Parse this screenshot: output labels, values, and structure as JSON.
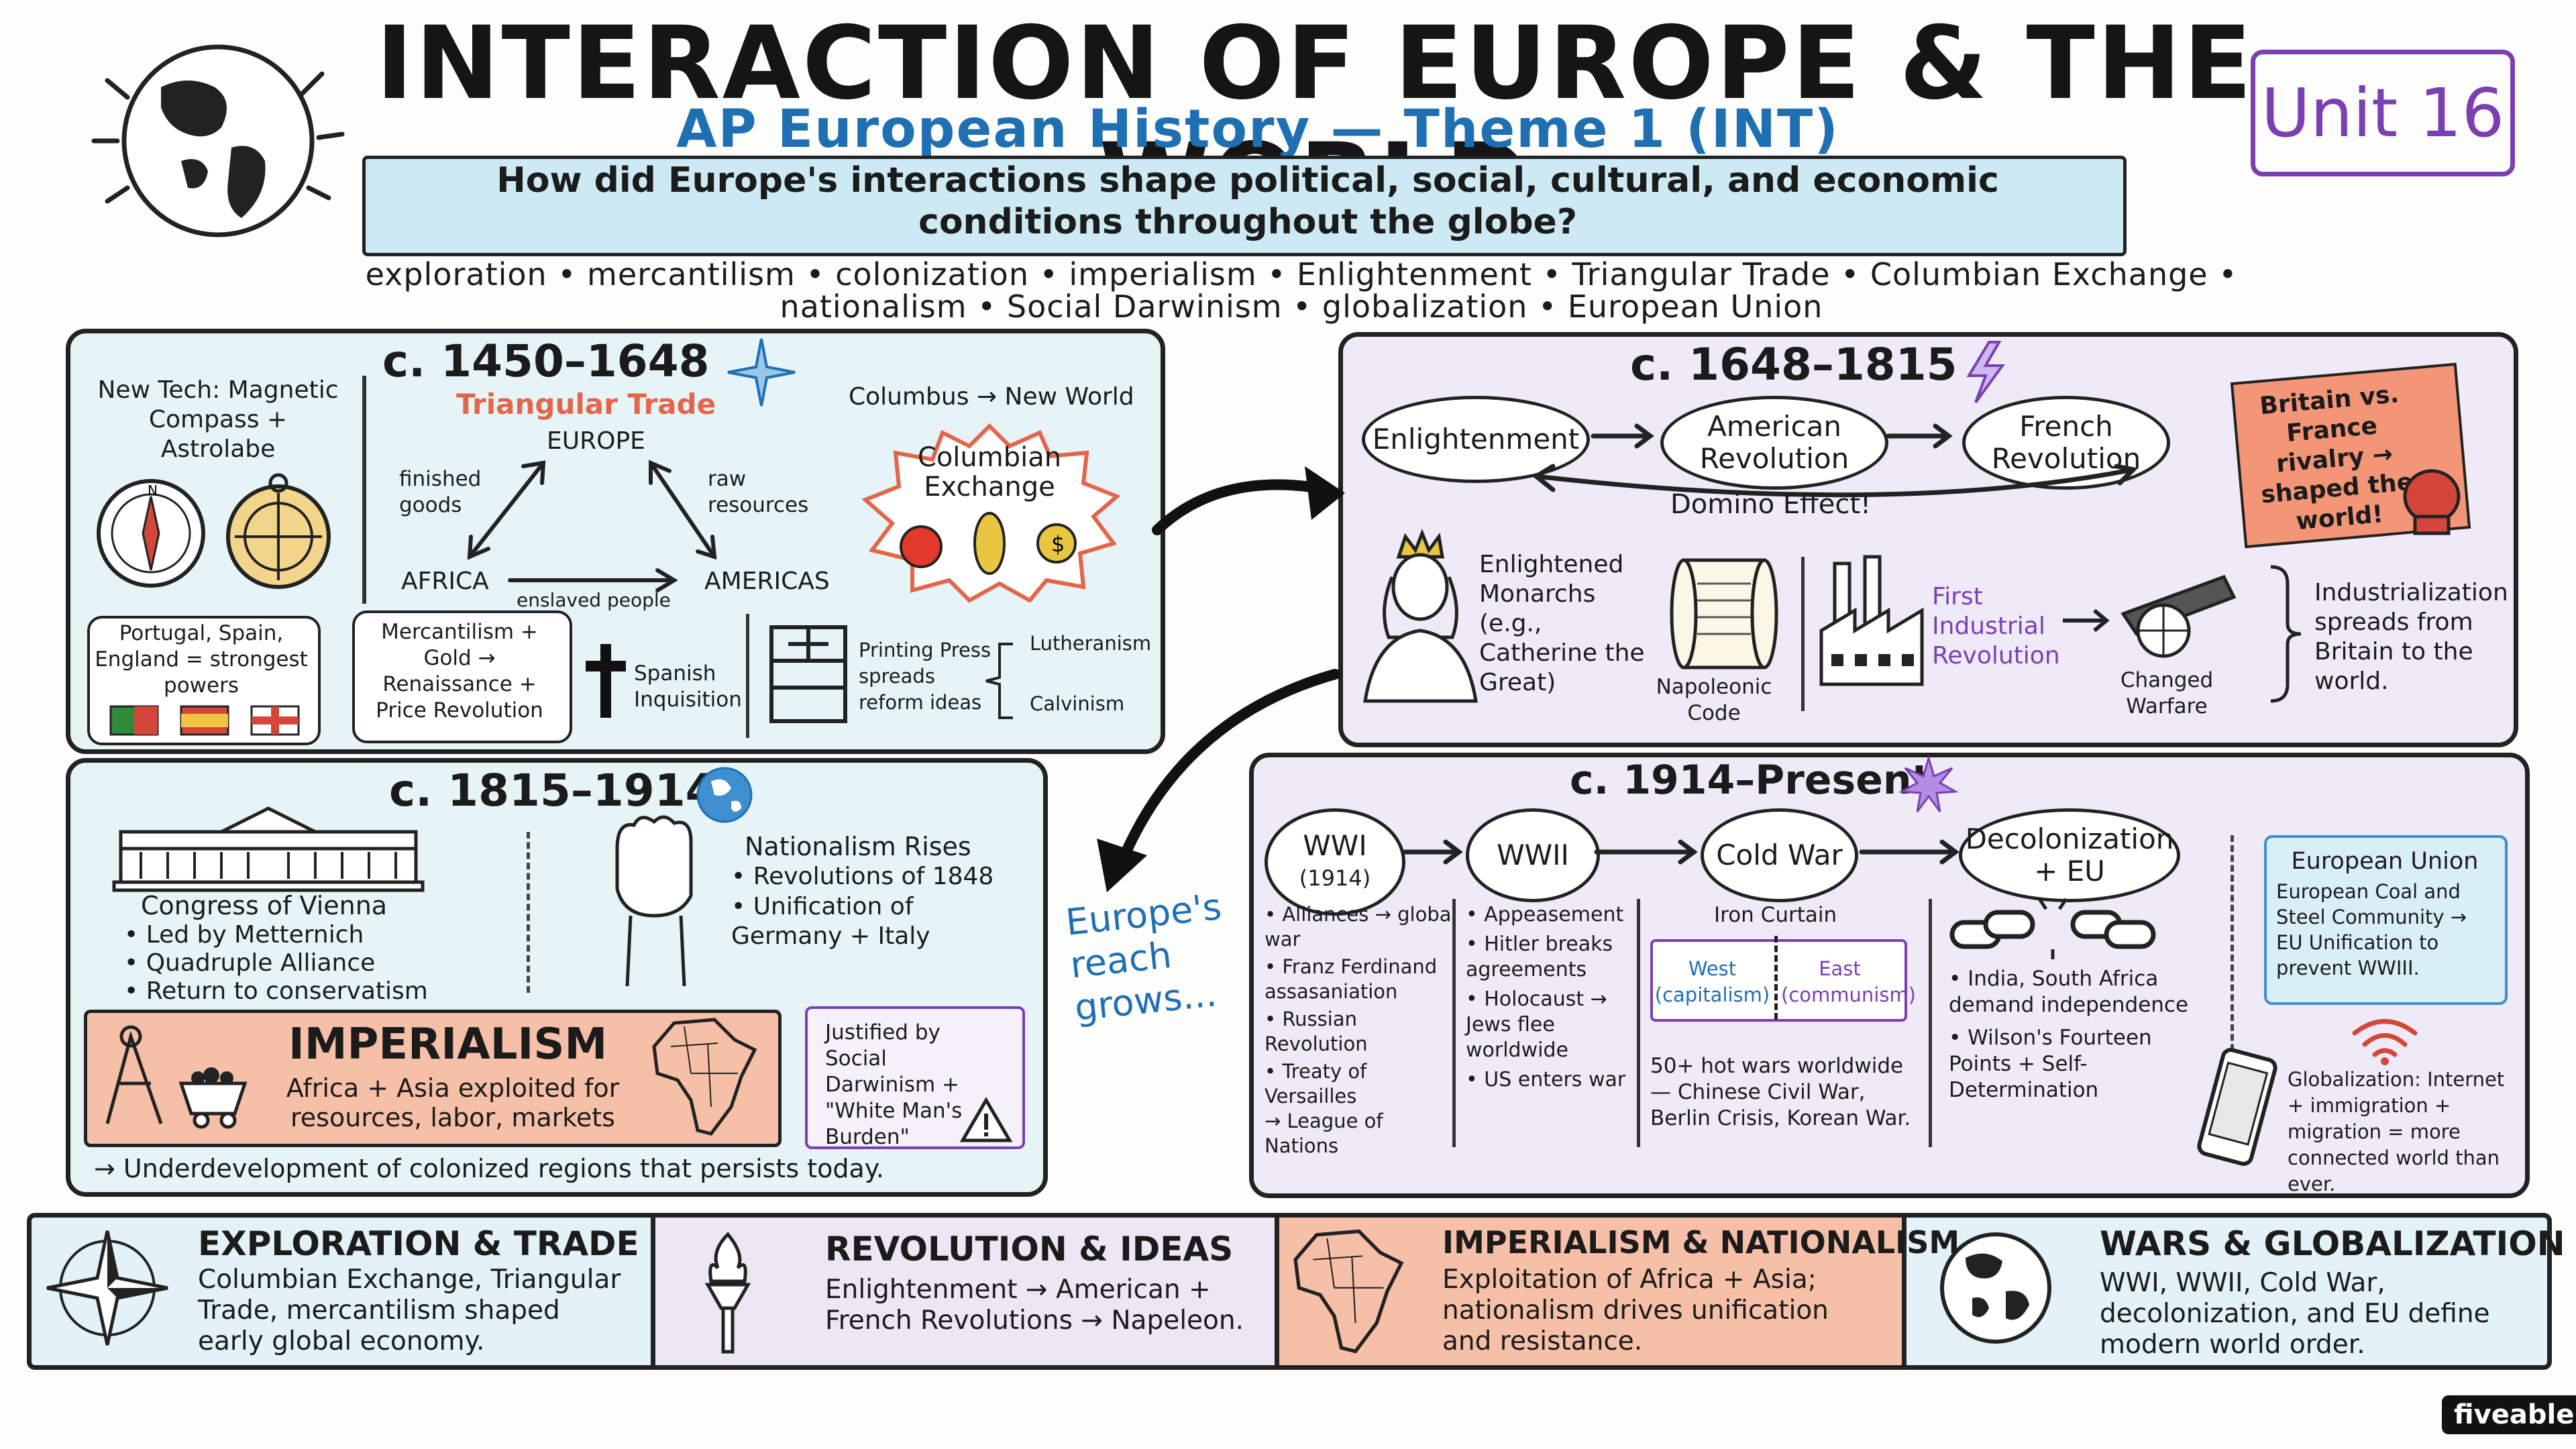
{
  "header": {
    "title": "INTERACTION OF EUROPE & THE WORLD",
    "subtitle": "AP European History — Theme 1 (INT)",
    "question": "How did Europe's interactions shape political, social, cultural, and economic conditions throughout the globe?",
    "unit": "Unit 16"
  },
  "themes": {
    "line1": "exploration  •  mercantilism  •  colonization  •  imperialism  •  Enlightenment  •  Triangular Trade  •  Columbian Exchange  •",
    "line2": "nationalism  •  Social Darwinism  •  globalization  •  European Union"
  },
  "p1": {
    "period": "c. 1450–1648",
    "newtech": "New Tech: Magnetic Compass + Astrolabe",
    "trade_title": "Triangular Trade",
    "europe": "EUROPE",
    "africa": "AFRICA",
    "americas": "AMERICAS",
    "finished": "finished goods",
    "raw": "raw resources",
    "enslaved": "enslaved people",
    "columbus": "Columbus → New World",
    "columbian": "Columbian Exchange",
    "powers": "Portugal, Spain, England = strongest powers",
    "mercantilism": "Mercantilism + Gold → Renaissance + Price Revolution",
    "inquisition": "Spanish Inquisition",
    "printing": "Printing Press spreads reform ideas",
    "lutheranism": "Lutheranism",
    "calvinism": "Calvinism"
  },
  "p2": {
    "period": "c. 1648–1815",
    "enlightenment": "Enlightenment",
    "american": "American Revolution",
    "french": "French Revolution",
    "domino": "Domino Effect!",
    "rivalry": "Britain vs. France rivalry → shaped the world!",
    "monarchs": "Enlightened Monarchs (e.g., Catherine the Great)",
    "napoleonic": "Napoleonic Code",
    "industrial": "First Industrial Revolution",
    "warfare": "Changed Warfare",
    "spreads": "Industrialization spreads from Britain to the world."
  },
  "p3": {
    "period": "c. 1815–1914",
    "congress": "Congress of Vienna",
    "congress_items": [
      "Led by Metternich",
      "Quadruple Alliance",
      "Return to conservatism"
    ],
    "nationalism": "Nationalism Rises",
    "nationalism_items": [
      "Revolutions of 1848",
      "Unification of Germany + Italy"
    ],
    "imperialism_title": "IMPERIALISM",
    "imperialism_desc": "Africa + Asia exploited for resources, labor, markets",
    "justified": "Justified by Social Darwinism + \"White Man's Burden\"",
    "under": "→ Underdevelopment of colonized regions that persists today."
  },
  "connector": "Europe's reach grows...",
  "p4": {
    "period": "c. 1914–Present",
    "wwi": "WWI",
    "wwi_year": "(1914)",
    "wwii": "WWII",
    "coldwar": "Cold War",
    "decol": "Decolonization + EU",
    "wwi_items": [
      "• Alliances → global war",
      "• Franz Ferdinand assasaniation",
      "• Russian Revolution",
      "• Treaty of Versailles",
      "→ League of Nations"
    ],
    "wwii_items": [
      "• Appeasement",
      "• Hitler breaks agreements",
      "• Holocaust → Jews flee worldwide",
      "• US enters war"
    ],
    "iron": "Iron Curtain",
    "west": "West (capitalism)",
    "east": "East (communism)",
    "hotwars": "50+ hot wars worldwide — Chinese Civil War, Berlin Crisis, Korean War.",
    "decol_items": [
      "• India, South Africa demand independence",
      "• Wilson's Fourteen Points + Self-Determination"
    ],
    "eu_title": "European Union",
    "eu_desc": "European Coal and Steel Community → EU Unification to prevent WWIII.",
    "global": "Globalization: Internet + immigration + migration = more connected world than ever."
  },
  "bottom": [
    {
      "title": "EXPLORATION & TRADE",
      "desc": "Columbian Exchange, Triangular Trade, mercantilism shaped early global economy.",
      "color": "#e3f2f8"
    },
    {
      "title": "REVOLUTION & IDEAS",
      "desc": "Enlightenment → American + French Revolutions → Napeleon.",
      "color": "#ece6f5"
    },
    {
      "title": "IMPERIALISM & NATIONALISM",
      "desc": "Exploitation of Africa + Asia; nationalism drives unification and resistance.",
      "color": "#f6bfa8"
    },
    {
      "title": "WARS & GLOBALIZATION",
      "desc": "WWI, WWII, Cold War, decolonization, and EU define modern world order.",
      "color": "#e3f2f8"
    }
  ],
  "brand": "fiveable"
}
